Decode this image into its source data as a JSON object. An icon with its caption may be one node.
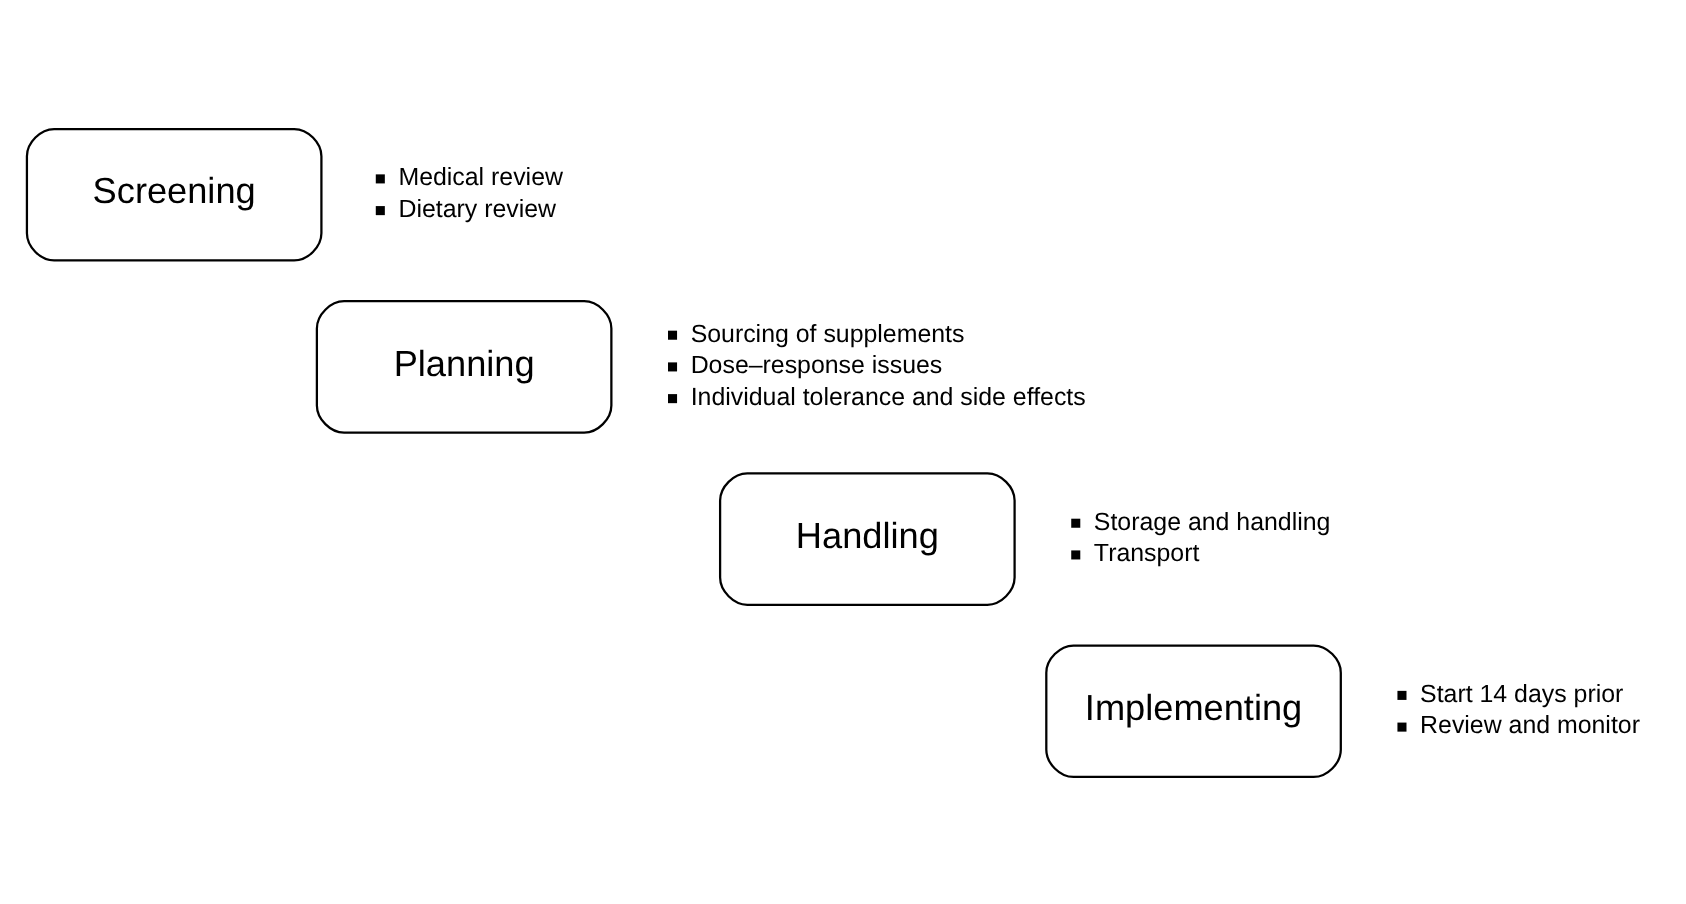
{
  "diagram": {
    "nodes": [
      {
        "text": [
          "Screening"
        ],
        "beside": [
          "Medical review",
          "Dietary review"
        ]
      },
      {
        "text": [
          "Planning"
        ],
        "beside": [
          "Sourcing of supplements",
          "Dose–response issues",
          "Individual tolerance and side effects"
        ]
      },
      {
        "text": [
          "Handling"
        ],
        "beside": [
          "Storage and handling",
          "Transport"
        ]
      },
      {
        "text": [
          "Implementing"
        ],
        "beside": [
          "Start 14 days prior",
          "Review and monitor"
        ]
      }
    ]
  }
}
